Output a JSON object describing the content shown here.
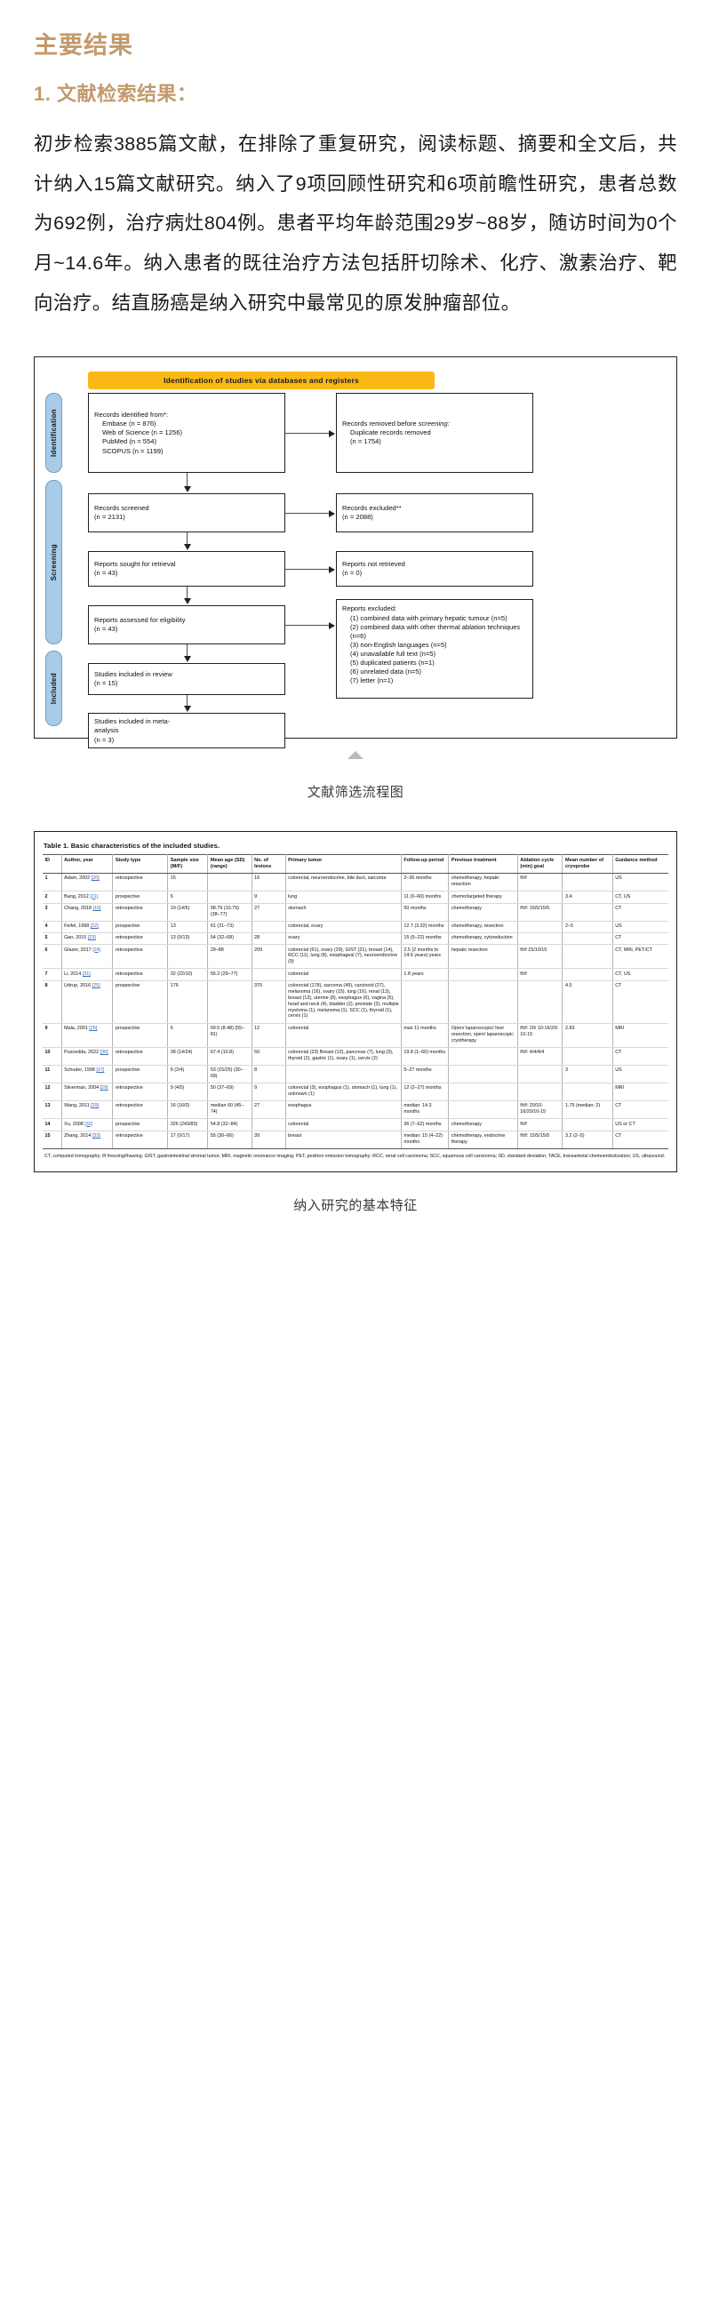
{
  "article": {
    "heading": "主要结果",
    "subheading": "1. 文献检索结果：",
    "paragraph": "初步检索3885篇文献，在排除了重复研究，阅读标题、摘要和全文后，共计纳入15篇文献研究。纳入了9项回顾性研究和6项前瞻性研究，患者总数为692例，治疗病灶804例。患者平均年龄范围29岁~88岁，随访时间为0个月~14.6年。纳入患者的既往治疗方法包括肝切除术、化疗、激素治疗、靶向治疗。结直肠癌是纳入研究中最常见的原发肿瘤部位。",
    "accent_color": "#c49a6c"
  },
  "prisma": {
    "banner": "Identification of studies via databases and registers",
    "banner_color": "#fbb915",
    "phase_color": "#a8cbe8",
    "phases": [
      {
        "label": "Identification"
      },
      {
        "label": "Screening"
      },
      {
        "label": "Included"
      }
    ],
    "boxes": {
      "records_identified": {
        "title": "Records identified from*:",
        "lines": [
          "Embase (n = 876)",
          "Web of Science (n = 1256)",
          "PubMed (n = 554)",
          "SCOPUS (n = 1199)"
        ]
      },
      "records_removed": {
        "title": "Records removed before",
        "title_italic": "screening:",
        "lines": [
          "Duplicate records removed",
          "(n = 1754)"
        ]
      },
      "records_screened": {
        "lines": [
          "Records screened",
          "(n = 2131)"
        ]
      },
      "records_excluded": {
        "lines": [
          "Records excluded**",
          "(n = 2088)"
        ]
      },
      "reports_sought": {
        "lines": [
          "Reports sought for retrieval",
          "(n = 43)"
        ]
      },
      "reports_not_retrieved": {
        "lines": [
          "Reports not retrieved",
          "(n = 0)"
        ]
      },
      "reports_assessed": {
        "lines": [
          "Reports assessed for eligibility",
          "(n = 43)"
        ]
      },
      "reports_excluded": {
        "title": "Reports excluded:",
        "lines": [
          "(1) combined data with primary hepatic tumour (n=5)",
          "(2) combined data with other thermal ablation techniques (n=6)",
          "(3) non-English languages (n=5)",
          "(4) unavailable full text (n=5)",
          "(5) duplicated patients (n=1)",
          "(6) unrelated data (n=5)",
          "(7) letter (n=1)"
        ]
      },
      "studies_review": {
        "lines": [
          "Studies included in review",
          "(n = 15)"
        ]
      },
      "studies_meta": {
        "lines": [
          "Studies included in meta-",
          "analysis",
          "(n = 3)"
        ]
      }
    },
    "caption": "文献筛选流程图"
  },
  "table": {
    "title": "Table 1. Basic characteristics of the included studies.",
    "columns": [
      "ID",
      "Author, year",
      "Study type",
      "Sample size (M/F)",
      "Mean age (SD) (range)",
      "No. of lesions",
      "Primary tumor",
      "Follow-up period",
      "Previous treatment",
      "Ablation cycle (min) goal",
      "Mean number of cryoprobe",
      "Guidance method"
    ],
    "rows": [
      {
        "id": "1",
        "author": "Adam, 2002",
        "ref": "20",
        "study_type": "retrospective",
        "sample": "15",
        "age": "",
        "lesions": "16",
        "primary": "colorectal, neuroendocrine, bile duct, sarcoma",
        "followup": "2–36 months",
        "previous": "chemotherapy, hepatic resection",
        "ablation": "f/t/f",
        "cryoprobe": "",
        "guidance": "US"
      },
      {
        "id": "2",
        "author": "Bang, 2012",
        "ref": "21",
        "study_type": "prospective",
        "sample": "6",
        "age": "",
        "lesions": "9",
        "primary": "lung",
        "followup": "11 (0–60) months",
        "previous": "chemo/targeted therapy",
        "ablation": "",
        "cryoprobe": "3.4",
        "guidance": "CT, US"
      },
      {
        "id": "3",
        "author": "Chang, 2018",
        "ref": "15",
        "study_type": "retrospective",
        "sample": "19 (14/5)",
        "age": "58.79 (10.79) (38–77)",
        "lesions": "27",
        "primary": "stomach",
        "followup": "50 months",
        "previous": "chemotherapy",
        "ablation": "f/t/f: 15/5/15/5",
        "cryoprobe": "",
        "guidance": "CT"
      },
      {
        "id": "4",
        "author": "Feifel, 1998",
        "ref": "22",
        "study_type": "prospective",
        "sample": "13",
        "age": "61 (31–73)",
        "lesions": "",
        "primary": "colorectal, ovary",
        "followup": "12.7 (3.32) months",
        "previous": "chemotherapy, resection",
        "ablation": "",
        "cryoprobe": "2–5",
        "guidance": "US"
      },
      {
        "id": "5",
        "author": "Gao, 2015",
        "ref": "23",
        "study_type": "retrospective",
        "sample": "13 (0/13)",
        "age": "54 (32–68)",
        "lesions": "28",
        "primary": "ovary",
        "followup": "15 (5–22) months",
        "previous": "chemotherapy, cytoreduction",
        "ablation": "",
        "cryoprobe": "",
        "guidance": "CT"
      },
      {
        "id": "6",
        "author": "Glazer, 2017",
        "ref": "24",
        "study_type": "retrospective",
        "sample": "",
        "age": "29–88",
        "lesions": "209",
        "primary": "colorectal (61), ovary (29), GIST (21), breast (14), RCC (11), lung (8), esophageal (7), neuroendocrine (9)",
        "followup": "2.5 (2 months to 14.6 years) years",
        "previous": "hepatic resection",
        "ablation": "f/t/f 15/10/15",
        "cryoprobe": "",
        "guidance": "CT, MRI, PET/CT"
      },
      {
        "id": "7",
        "author": "Li, 2014",
        "ref": "31",
        "study_type": "retrospective",
        "sample": "32 (22/10)",
        "age": "55.2 (29–77)",
        "lesions": "",
        "primary": "colorectal",
        "followup": "1.8 years",
        "previous": "",
        "ablation": "f/t/f",
        "cryoprobe": "",
        "guidance": "CT, US"
      },
      {
        "id": "8",
        "author": "Littrup, 2016",
        "ref": "25",
        "study_type": "prospective",
        "sample": "176",
        "age": "",
        "lesions": "370",
        "primary": "colorectal (178), sarcoma (49), carcinoid (27), melanoma (16), ovary (15), lung (16), renal (13), breast (13), uterine (8), esophagus (6), vagina (5), head and neck (4), bladder (2), prostate (2), multiple myeloma (1), melanoma (1), SCC (1), thyroid (1), cervix (1)",
        "followup": "",
        "previous": "",
        "ablation": "",
        "cryoprobe": "4.5",
        "guidance": "CT"
      },
      {
        "id": "9",
        "author": "Mala, 2001",
        "ref": "26",
        "study_type": "prospective",
        "sample": "6",
        "age": "69.5 (8.48) (55–81)",
        "lesions": "12",
        "primary": "colorectal",
        "followup": "max 11 months",
        "previous": "Open/ laparoscopic/ liver resection, open/ laparoscopic cryotherapy",
        "ablation": "f/t/f: 20/ 10-16/20/ 10-15",
        "cryoprobe": "2.83",
        "guidance": "MRI"
      },
      {
        "id": "10",
        "author": "Puscedda, 2022",
        "ref": "30",
        "study_type": "retrospective",
        "sample": "38 (14/24)",
        "age": "67.4 (10.8)",
        "lesions": "50",
        "primary": "colorectal (23) Breast (12), pancreas (7), lung (3), thyroid (2), gastric (1), ovary (1), cervix (2)",
        "followup": "19.8 (1–60) months",
        "previous": "",
        "ablation": "f/t/f: 4/4/4/4",
        "cryoprobe": "",
        "guidance": "CT"
      },
      {
        "id": "11",
        "author": "Schuder, 1998",
        "ref": "27",
        "study_type": "prospective",
        "sample": "6 (2/4)",
        "age": "53 (15/25) (30–69)",
        "lesions": "8",
        "primary": "",
        "followup": "5–27 months",
        "previous": "",
        "ablation": "",
        "cryoprobe": "3",
        "guidance": "US"
      },
      {
        "id": "12",
        "author": "Silverman, 2004",
        "ref": "29",
        "study_type": "retrospective",
        "sample": "9 (4/5)",
        "age": "50 (37–69)",
        "lesions": "9",
        "primary": "colorectal (3), esophagus (1), stomach (1), lung (1), unknown (1)",
        "followup": "12 (2–27) months",
        "previous": "",
        "ablation": "",
        "cryoprobe": "",
        "guidance": "MRI"
      },
      {
        "id": "13",
        "author": "Wang, 2011",
        "ref": "29",
        "study_type": "retrospective",
        "sample": "16 (16/0)",
        "age": "median 60 (45–74)",
        "lesions": "27",
        "primary": "esophagus",
        "followup": "median: 14.3 months",
        "previous": "",
        "ablation": "f/t/f: 20/10-16/20/10-15",
        "cryoprobe": "1.75 (median: 2)",
        "guidance": "CT"
      },
      {
        "id": "14",
        "author": "Xu, 2008",
        "ref": "32",
        "study_type": "prospective",
        "sample": "326 (243/83)",
        "age": "54.8 (32–84)",
        "lesions": "",
        "primary": "colorectal",
        "followup": "36 (7–62) months",
        "previous": "chemotherapy",
        "ablation": "f/t/f",
        "cryoprobe": "",
        "guidance": "US or CT"
      },
      {
        "id": "15",
        "author": "Zhang, 2014",
        "ref": "33",
        "study_type": "retrospective",
        "sample": "17 (0/17)",
        "age": "55 (30–66)",
        "lesions": "39",
        "primary": "breast",
        "followup": "median: 15 (4–22) months",
        "previous": "chemotherapy, endocrine therapy",
        "ablation": "f/t/f: 15/5/15/5",
        "cryoprobe": "3.2 (2–5)",
        "guidance": "CT"
      }
    ],
    "footnote": "CT, computed tomography; f/t freezing/thawing; GIST, gastrointestinal stromal tumor; MRI, magnetic resonance imaging; PET, positron emission tomography; RCC, renal cell carcinoma; SCC, squamous cell carcinoma; SD, standard deviation; TACE, transarterial chemoembolization; US, ultrasound.",
    "caption": "纳入研究的基本特征"
  }
}
